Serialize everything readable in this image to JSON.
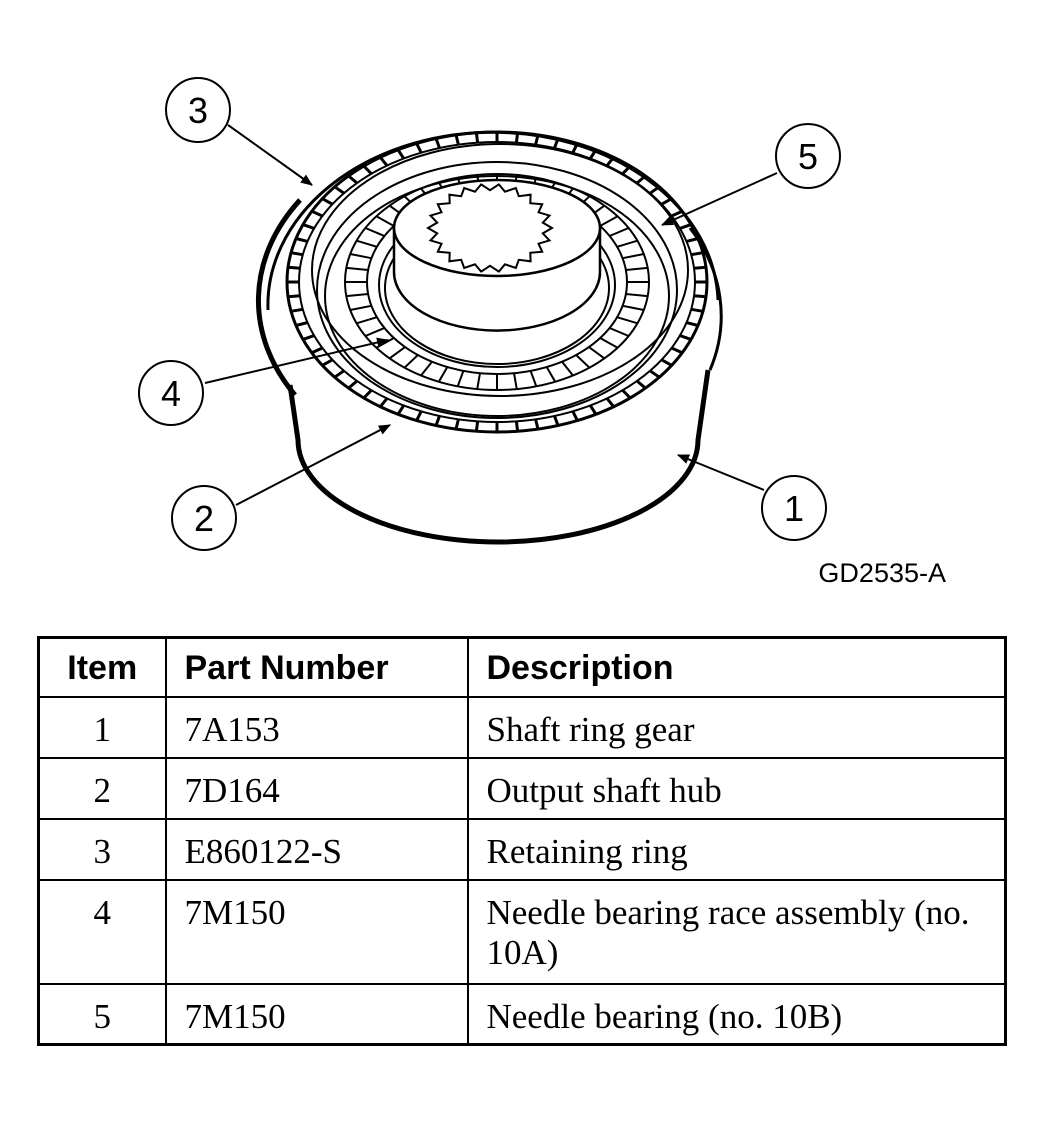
{
  "figure": {
    "id": "GD2535-A",
    "callouts": [
      "1",
      "2",
      "3",
      "4",
      "5"
    ]
  },
  "table": {
    "headers": {
      "item": "Item",
      "part_number": "Part Number",
      "description": "Description"
    },
    "rows": [
      {
        "item": "1",
        "part_number": "7A153",
        "description": "Shaft ring gear"
      },
      {
        "item": "2",
        "part_number": "7D164",
        "description": "Output shaft hub"
      },
      {
        "item": "3",
        "part_number": "E860122-S",
        "description": "Retaining ring"
      },
      {
        "item": "4",
        "part_number": "7M150",
        "description": "Needle bearing race assembly (no. 10A)"
      },
      {
        "item": "5",
        "part_number": "7M150",
        "description": "Needle bearing (no. 10B)"
      }
    ]
  }
}
